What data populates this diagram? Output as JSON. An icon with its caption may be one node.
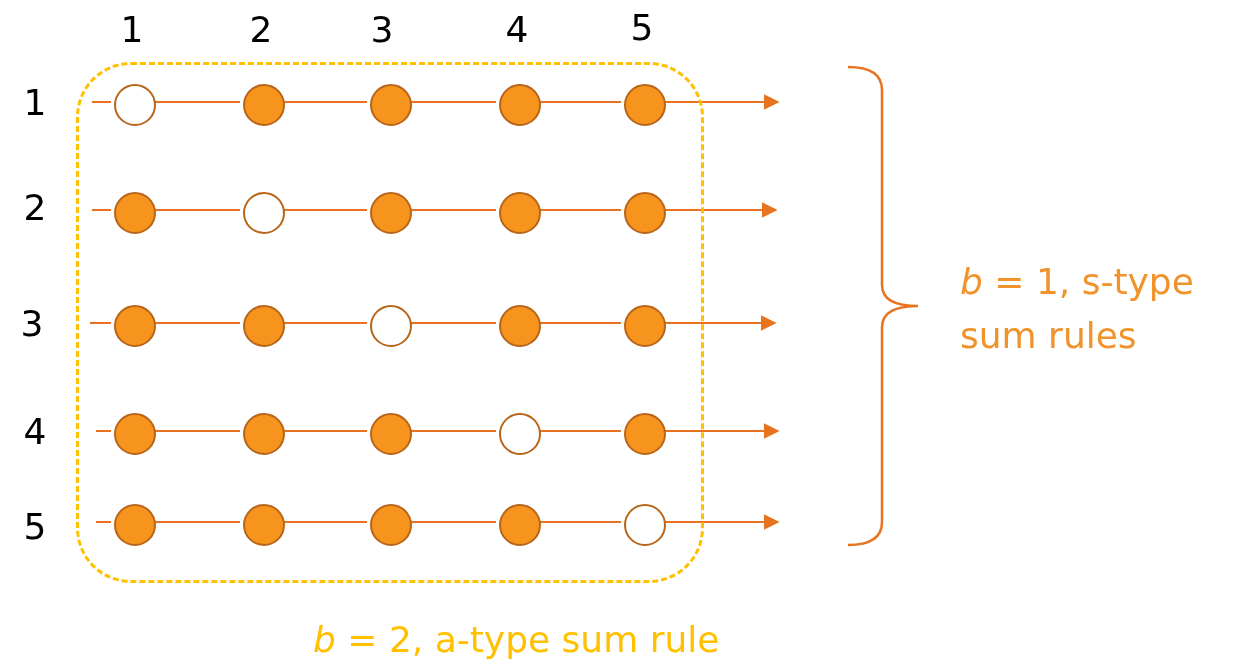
{
  "diagram": {
    "nodes": [
      {
        "text": [
          "*b* = 2, a-type sum rule"
        ]
      },
      {
        "text": [],
        "shape": "circle",
        "in": 0
      },
      {
        "text": [],
        "shape": "circle",
        "in": 0
      },
      {
        "text": [],
        "shape": "circle",
        "in": 0
      },
      {
        "text": [],
        "shape": "circle",
        "in": 0
      },
      {
        "text": [],
        "shape": "circle",
        "in": 0
      },
      {
        "text": [],
        "shape": "circle",
        "in": 0
      },
      {
        "text": [],
        "shape": "circle",
        "in": 0
      },
      {
        "text": [],
        "shape": "circle",
        "in": 0
      },
      {
        "text": [],
        "shape": "circle",
        "in": 0
      },
      {
        "text": [],
        "shape": "circle",
        "in": 0
      },
      {
        "text": [],
        "shape": "circle",
        "in": 0
      },
      {
        "text": [],
        "shape": "circle",
        "in": 0
      },
      {
        "text": [],
        "shape": "circle",
        "in": 0
      },
      {
        "text": [],
        "shape": "circle",
        "in": 0
      },
      {
        "text": [],
        "shape": "circle",
        "in": 0
      },
      {
        "text": [],
        "shape": "circle",
        "in": 0
      },
      {
        "text": [],
        "shape": "circle",
        "in": 0
      },
      {
        "text": [],
        "shape": "circle",
        "in": 0
      },
      {
        "text": [],
        "shape": "circle",
        "in": 0
      },
      {
        "text": [],
        "shape": "circle",
        "in": 0
      },
      {
        "text": [],
        "shape": "circle",
        "in": 0
      },
      {
        "text": [],
        "shape": "circle",
        "in": 0
      },
      {
        "text": [],
        "shape": "circle",
        "in": 0
      },
      {
        "text": [],
        "shape": "circle",
        "in": 0
      },
      {
        "text": [],
        "shape": "circle",
        "in": 0
      }
    ],
    "edges": [
      {
        "from": null,
        "to": 1,
        "arrow": "none"
      },
      {
        "from": 1,
        "to": 2,
        "arrow": "none"
      },
      {
        "from": 2,
        "to": 3,
        "arrow": "none"
      },
      {
        "from": 3,
        "to": 4,
        "arrow": "none"
      },
      {
        "from": 4,
        "to": 5,
        "arrow": "none"
      },
      {
        "from": 5,
        "to": null,
        "arrow": "to"
      },
      {
        "from": null,
        "to": 6,
        "arrow": "none"
      },
      {
        "from": 6,
        "to": 7,
        "arrow": "none"
      },
      {
        "from": 7,
        "to": 8,
        "arrow": "none"
      },
      {
        "from": 8,
        "to": 9,
        "arrow": "none"
      },
      {
        "from": 9,
        "to": 10,
        "arrow": "none"
      },
      {
        "from": 10,
        "to": null,
        "arrow": "to"
      },
      {
        "from": null,
        "to": 11,
        "arrow": "none"
      },
      {
        "from": 11,
        "to": 12,
        "arrow": "none"
      },
      {
        "from": 12,
        "to": 13,
        "arrow": "none"
      },
      {
        "from": 13,
        "to": 14,
        "arrow": "none"
      },
      {
        "from": 14,
        "to": 15,
        "arrow": "none"
      },
      {
        "from": 15,
        "to": null,
        "arrow": "to"
      },
      {
        "from": null,
        "to": 16,
        "arrow": "none"
      },
      {
        "from": 16,
        "to": 17,
        "arrow": "none"
      },
      {
        "from": 17,
        "to": 18,
        "arrow": "none"
      },
      {
        "from": 18,
        "to": 19,
        "arrow": "none"
      },
      {
        "from": 19,
        "to": 20,
        "arrow": "none"
      },
      {
        "from": 20,
        "to": null,
        "arrow": "to"
      },
      {
        "from": null,
        "to": 21,
        "arrow": "none"
      },
      {
        "from": 21,
        "to": 22,
        "arrow": "none"
      },
      {
        "from": 22,
        "to": 23,
        "arrow": "none"
      },
      {
        "from": 23,
        "to": 24,
        "arrow": "none"
      },
      {
        "from": 24,
        "to": 25,
        "arrow": "none"
      },
      {
        "from": 25,
        "to": null,
        "arrow": "to"
      }
    ],
    "labels": [
      "1",
      "2",
      "3",
      "4",
      "5",
      "1",
      "2",
      "3",
      "4",
      "5",
      "*b* = 1, s-type sum rules"
    ]
  }
}
